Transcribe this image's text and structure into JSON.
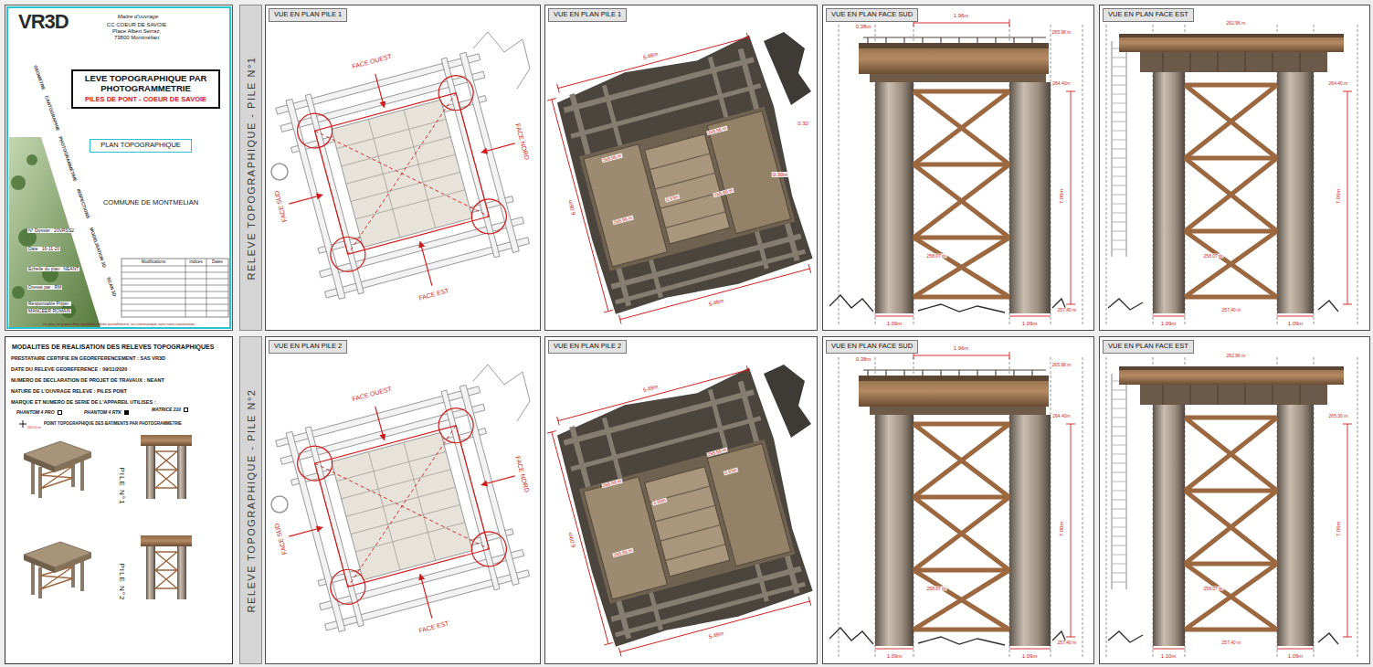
{
  "diagram": {
    "nodes": [
      {
        "text": [
          "Maitre d'ouvrage",
          "CC COEUR DE SAVOIE Place Albert Serraz, 73800 Montmélian"
        ]
      },
      {
        "text": [
          "LEVE TOPOGRAPHIQUE PAR PHOTOGRAMMETRIE",
          "PILES DE PONT - COEUR DE SAVOIE"
        ],
        "in": 0
      },
      {
        "text": [
          "PLAN TOPOGRAPHIQUE"
        ],
        "in": 0
      },
      {
        "text": [
          "RELEVE TOPOGRAPHIQUE - PILE N°1"
        ]
      },
      {
        "text": [
          "VUE EN PLAN PILE 1"
        ]
      },
      {
        "text": [
          "VUE EN PLAN PILE 1"
        ]
      },
      {
        "text": [
          "VUE EN PLAN FACE SUD"
        ]
      },
      {
        "text": [
          "VUE EN PLAN FACE EST"
        ]
      },
      {
        "text": [
          "MODALITES DE REALISATION DES RELEVES TOPOGRAPHIQUES"
        ]
      },
      {
        "text": [
          "RELEVE TOPOGRAPHIQUE - PILE N°2"
        ]
      },
      {
        "text": [
          "VUE EN PLAN PILE 2"
        ]
      },
      {
        "text": [
          "VUE EN PLAN PILE 2"
        ]
      },
      {
        "text": [
          "VUE EN PLAN FACE SUD"
        ]
      },
      {
        "text": [
          "VUE EN PLAN FACE EST"
        ]
      }
    ],
    "labels": [
      "VR3D",
      "GEOMETRE",
      "CARTOGRAPHIE",
      "PHOTOGRAMMETRIE",
      "INSPECTIONS",
      "MODELISATION 3D",
      "SCAN 3D",
      "COMMUNE DE MONTMELIAN",
      "N° Dossier : 20VRSS2",
      "Date : 16-11-20",
      "Echelle du plan : NEANT",
      "Dressé par : RM",
      "Responsable Projet :",
      "MANCEER ROMAIN",
      "Modifications",
      "Indices",
      "Dates",
      "Ce plan ne pourra être reproduit, même partiellement, ou communiqué sans notre autorisation",
      "FACE OUEST",
      "FACE NORD",
      "FACE SUD",
      "FACE EST",
      "5.48m",
      "6.06m",
      "5.48m",
      "0.30",
      "0.30m",
      "265.96 m",
      "265.96 m",
      "0.93m",
      "265.89 m",
      "265.96 m",
      "0.38m",
      "1.96m",
      "265.98 m",
      "264.40m",
      "7.00m",
      "258.07 m",
      "257.40 m",
      "1.09m",
      "1.09m",
      "262.96 m",
      "264.40 m",
      "7.06m",
      "258.07 m",
      "257.40 m",
      "1.09m",
      "1.09m",
      "PRESTATAIRE CERTIFIE EN GEOREFERENCEMENT : SAS VR3D",
      "DATE DU RELEVE GEOREFERENCE : 09/11/2020",
      "NUMERO DE DECLARATION DE PROJET DE TRAVAUX : NEANT",
      "NATURE DE L'OUVRAGE RELEVE : PILES PONT",
      "MARQUE ET NUMERO DE SERIE DE L'APPAREIL UTILISES :",
      "PHANTOM 4 PRO",
      "PHANTOM 4 RTK",
      "MATRICE 210",
      "265.00 m",
      "POINT TOPOGRAPHIQUE DES BATIMENTS PAR PHOTOGRAMMETRIE",
      "PILE N°1",
      "PILE N°2",
      "FACE OUEST",
      "FACE NORD",
      "FACE SUD",
      "FACE EST",
      "5.49m",
      "6.09m",
      "5.48m",
      "265.99 m",
      "0.91m",
      "265.98 m",
      "0.90m",
      "265.96 m",
      "0.38m",
      "1.96m",
      "265.98 m",
      "264.40m",
      "7.00m",
      "258.07 m",
      "257.40 m",
      "1.09m",
      "1.09m",
      "262.96 m",
      "265.30 m",
      "7.06m",
      "258.07 m",
      "257.40 m",
      "1.10m",
      "1.09m"
    ]
  }
}
